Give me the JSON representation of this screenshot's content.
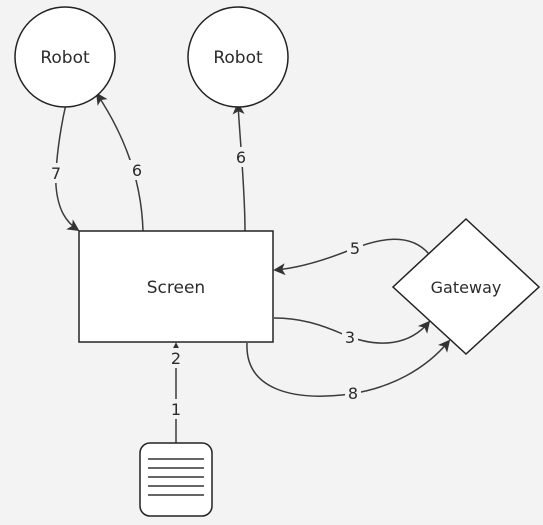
{
  "colors": {
    "background": "#f3f3f3",
    "node_fill": "#ffffff",
    "stroke": "#222222",
    "text": "#2b2b2b"
  },
  "nodes": {
    "robot_left": {
      "label": "Robot"
    },
    "robot_right": {
      "label": "Robot"
    },
    "screen": {
      "label": "Screen"
    },
    "gateway": {
      "label": "Gateway"
    },
    "document": {
      "icon": "document-lines-icon"
    }
  },
  "edges": {
    "e1": {
      "label": "1"
    },
    "e2": {
      "label": "2"
    },
    "e3": {
      "label": "3"
    },
    "e5": {
      "label": "5"
    },
    "e6_left": {
      "label": "6"
    },
    "e6_right": {
      "label": "6"
    },
    "e7": {
      "label": "7"
    },
    "e8": {
      "label": "8"
    }
  }
}
